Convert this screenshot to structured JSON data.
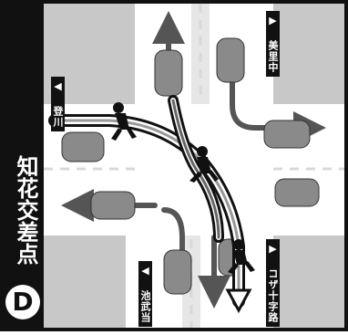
{
  "panel": {
    "letter": "D",
    "title": "知花交差点"
  },
  "labels": {
    "north_east": {
      "arrow": "▶",
      "text": "美里中"
    },
    "west": {
      "arrow": "◀",
      "text": "登川"
    },
    "south_west": {
      "arrow": "◀",
      "text": "池武当"
    },
    "east": {
      "arrow": "▶",
      "text": "コザ十字路"
    }
  },
  "colors": {
    "black": "#111111",
    "road": "#ffffff",
    "block": "#c8c8c8",
    "car": "#8a8a8a",
    "route_dark": "#555555",
    "route_light": "#999999"
  }
}
